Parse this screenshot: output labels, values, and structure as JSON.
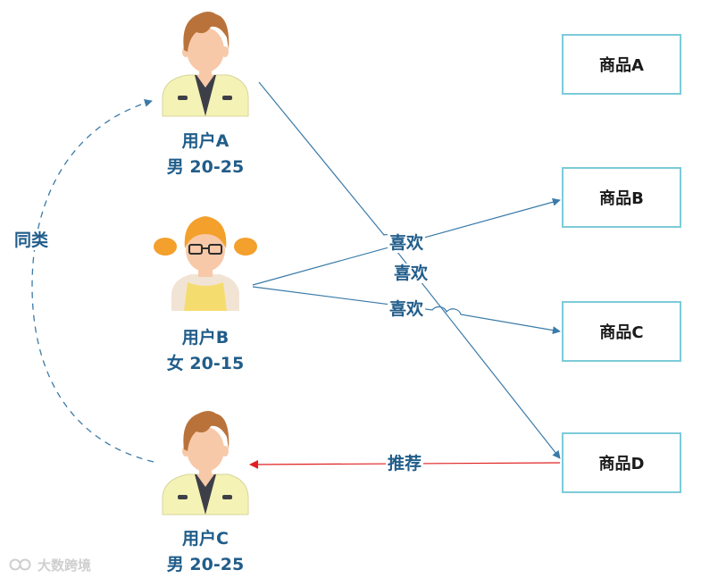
{
  "users": [
    {
      "id": "A",
      "name": "用户A",
      "info": "男 20-25",
      "gender": "male"
    },
    {
      "id": "B",
      "name": "用户B",
      "info": "女 20-15",
      "gender": "female"
    },
    {
      "id": "C",
      "name": "用户C",
      "info": "男 20-25",
      "gender": "male"
    }
  ],
  "products": [
    {
      "id": "A",
      "label": "商品A"
    },
    {
      "id": "B",
      "label": "商品B"
    },
    {
      "id": "C",
      "label": "商品C"
    },
    {
      "id": "D",
      "label": "商品D"
    }
  ],
  "edges": [
    {
      "from": "user-A",
      "to": "product-D",
      "label": "喜欢",
      "style": "solid",
      "color": "#3a7aa8"
    },
    {
      "from": "user-B",
      "to": "product-B",
      "label": "喜欢",
      "style": "solid",
      "color": "#3a7aa8"
    },
    {
      "from": "user-B",
      "to": "product-C",
      "label": "喜欢",
      "style": "solid",
      "color": "#3a7aa8"
    },
    {
      "from": "product-D",
      "to": "user-C",
      "label": "推荐",
      "style": "solid",
      "color": "#e02020"
    },
    {
      "from": "user-C",
      "to": "user-A",
      "label": "同类",
      "style": "dashed",
      "color": "#3a7aa8"
    }
  ],
  "colors": {
    "text": "#215d8a",
    "line": "#3a7aa8",
    "recommend": "#e02020",
    "box_border": "#7ccbd9",
    "skin": "#f7c9a9",
    "hair_male": "#b9733a",
    "hair_female": "#f3a02c",
    "jacket_male": "#f4f2b5",
    "dress_female": "#f5dc6e"
  },
  "watermark": {
    "text": "大数跨境"
  }
}
